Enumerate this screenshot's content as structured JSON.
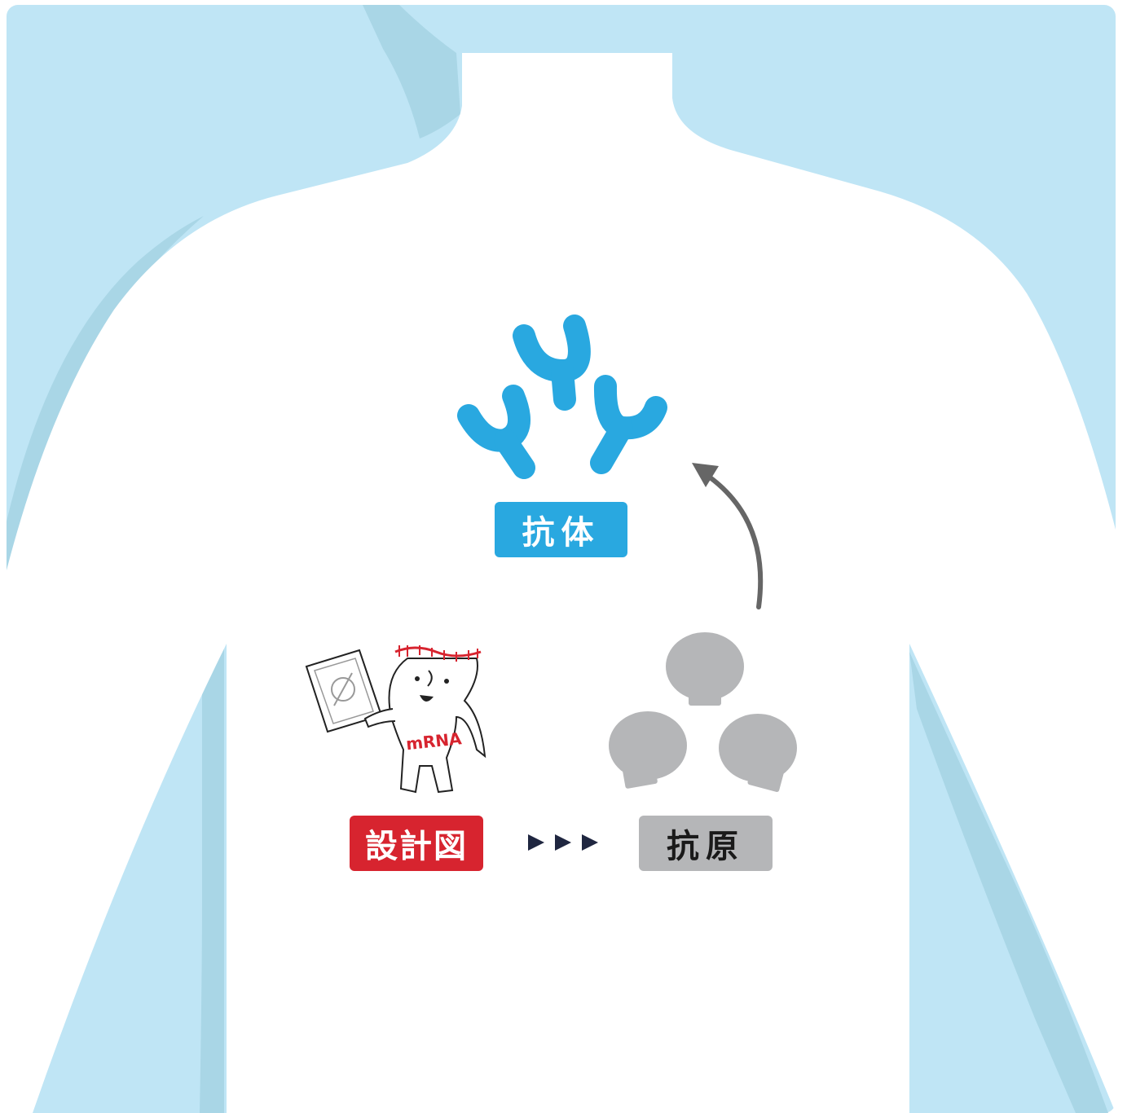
{
  "labels": {
    "antibody": "抗体",
    "blueprint": "設計図",
    "antigen": "抗原"
  },
  "mascot": {
    "shirt_text": "mRNA"
  },
  "colors": {
    "background_body": "#bfe5f5",
    "body_shadow": "#a9d6e6",
    "torso": "#ffffff",
    "antibody": "#29a8e0",
    "blueprint": "#d7242f",
    "antigen": "#b5b6b8",
    "arrow": "#666666",
    "triangles": "#1f2640"
  }
}
